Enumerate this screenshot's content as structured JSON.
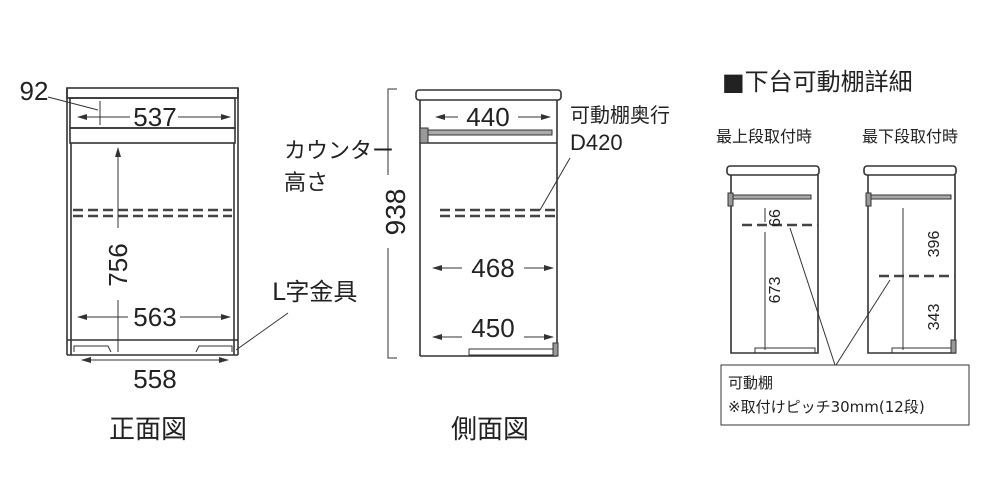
{
  "front_view": {
    "caption": "正面図",
    "dim_top_height": "92",
    "dim_drawer_width": "537",
    "dim_inner_height": "756",
    "dim_inner_width": "563",
    "dim_base_width": "558",
    "bracket_label": "L字金具"
  },
  "height_dimension": {
    "label_line1": "カウンター",
    "label_line2": "高さ",
    "value": "938"
  },
  "side_view": {
    "caption": "側面図",
    "dim_drawer_depth": "440",
    "dim_inner_depth": "468",
    "dim_base_depth": "450",
    "shelf_depth_label": "可動棚奥行",
    "shelf_depth_value": "D420"
  },
  "detail": {
    "title": "■下台可動棚詳細",
    "top_mount_label": "最上段取付時",
    "bottom_mount_label": "最下段取付時",
    "top_dim_upper": "66",
    "top_dim_lower": "673",
    "bottom_dim_upper": "396",
    "bottom_dim_lower": "343",
    "note_line1": "可動棚",
    "note_line2": "※取付けピッチ30mm(12段)"
  }
}
